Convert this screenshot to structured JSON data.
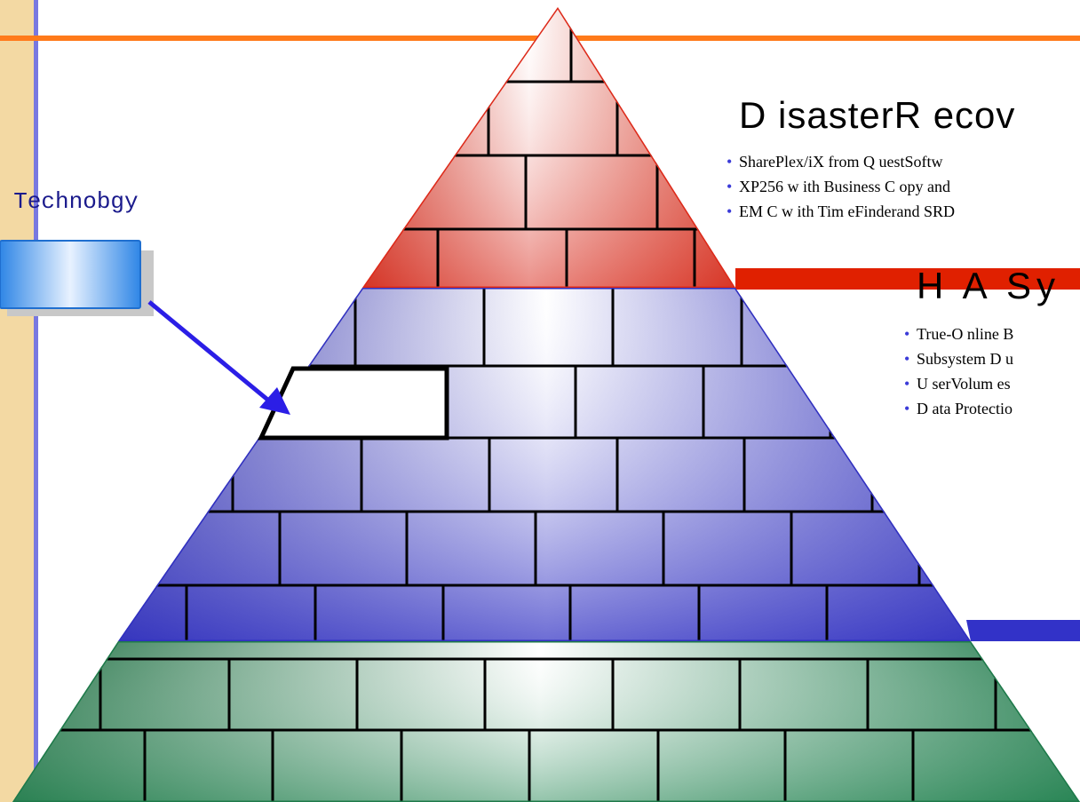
{
  "colors": {
    "left_stripe_bg": "#f3d9a3",
    "left_stripe_line": "#7878e0",
    "top_rule": "#ff7a1a",
    "top_tier": "#dd2a1a",
    "middle_tier": "#3030c0",
    "bottom_tier": "#1e7a4a",
    "red_bar": "#e02000",
    "blue_bar": "#3232c8",
    "arrow": "#2b1ee6",
    "button_fill": "#2f86e6"
  },
  "disaster_recovery": {
    "title": "D isasterR ecov",
    "bullets": [
      "SharePlex/iX from Q uestSoftw",
      "XP256 w ith Business C opy and",
      "EM C w ith Tim eFinderand SRD"
    ]
  },
  "ha_systems": {
    "title": "H A Sy",
    "bullets": [
      "True-O nline B",
      "Subsystem  D u",
      "U serVolum es",
      "D ata Protectio"
    ]
  },
  "new_technology": {
    "label": "w Technobgy"
  },
  "pyramid": {
    "tiers": [
      "top-tier",
      "middle-tier",
      "bottom-tier"
    ],
    "highlighted_brick": "middle-tier-row-2"
  }
}
